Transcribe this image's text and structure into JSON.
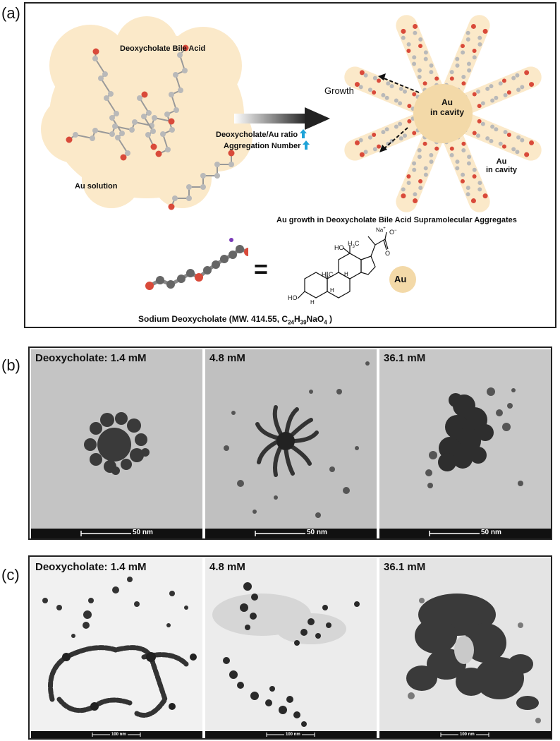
{
  "panel_a": {
    "letter": "(a)",
    "bile_acid_label": "Deoxycholate Bile Acid",
    "au_solution_label": "Au solution",
    "ratio_label": "Deoxycholate/Au ratio",
    "aggregation_label": "Aggregation Number",
    "growth_label": "Growth",
    "au_center_line1": "Au",
    "au_center_line2": "in cavity",
    "au_side_line1": "Au",
    "au_side_line2": "in cavity",
    "aggregate_caption": "Au growth in Deoxycholate Bile Acid Supramolecular Aggregates",
    "equals_sign": "=",
    "au_legend": "Au",
    "caption_main": "Sodium Deoxycholate (MW. 414.55, C",
    "caption_sub1": "24",
    "caption_mid1": "H",
    "caption_sub2": "39",
    "caption_mid2": "NaO",
    "caption_sub3": "4",
    "caption_end": " )",
    "structure": {
      "na": "Na",
      "na_sup": "+",
      "o_minus": "O",
      "o_minus_sup": "−",
      "o_double": "O",
      "ho_top": "HO",
      "h3c_top": "H",
      "h3c_top_sub": "3",
      "h3c_top_c": "C",
      "h3c_left": "H",
      "h3c_left_sub": "3",
      "h3c_left_c": "C",
      "ho_bottom": "HO",
      "h1": "H",
      "h2": "H",
      "h3": "H"
    }
  },
  "panel_b": {
    "letter": "(b)",
    "images": [
      {
        "label": "Deoxycholate: 1.4 mM",
        "scale": "50 nm"
      },
      {
        "label": "4.8 mM",
        "scale": "50 nm"
      },
      {
        "label": "36.1 mM",
        "scale": "50 nm"
      }
    ]
  },
  "panel_c": {
    "letter": "(c)",
    "images": [
      {
        "label": "Deoxycholate: 1.4 mM",
        "scale": "100 nm"
      },
      {
        "label": "4.8 mM",
        "scale": "100 nm"
      },
      {
        "label": "36.1 mM",
        "scale": "100 nm"
      }
    ]
  },
  "colors": {
    "cloud": "#fbe9c9",
    "carbon": "#b9b9b9",
    "oxygen": "#d94a3a",
    "accent_arrow": "#1fa3d8",
    "au_ball": "#f3d9a8",
    "tem_b_bg": "#c6c6c6",
    "tem_c_bg": "#eeeeee"
  }
}
